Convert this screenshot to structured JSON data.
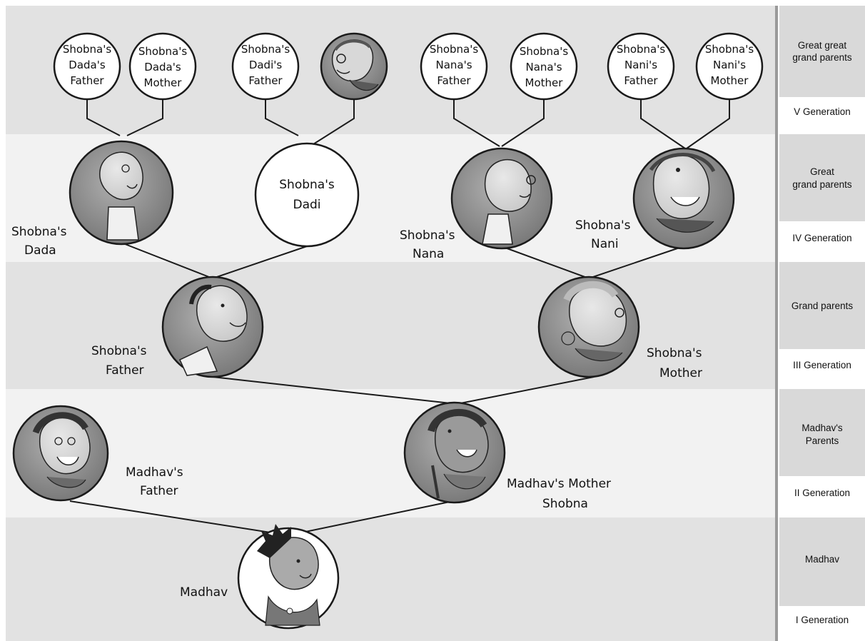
{
  "generations": [
    {
      "id": "g5",
      "title_lines": [
        "Great great",
        "grand parents"
      ],
      "generation": "V Generation",
      "bg": "#e2e2e2"
    },
    {
      "id": "g4",
      "title_lines": [
        "Great",
        "grand parents"
      ],
      "generation": "IV Generation",
      "bg": "#f2f2f2"
    },
    {
      "id": "g3",
      "title_lines": [
        "Grand parents"
      ],
      "generation": "III Generation",
      "bg": "#e2e2e2"
    },
    {
      "id": "g2",
      "title_lines": [
        "Madhav's",
        "Parents"
      ],
      "generation": "II Generation",
      "bg": "#f2f2f2"
    },
    {
      "id": "g1",
      "title_lines": [
        "Madhav"
      ],
      "generation": "I Generation",
      "bg": "#e2e2e2"
    }
  ],
  "people": {
    "dada_father": {
      "text_lines": [
        "Shobna's",
        "Dada's",
        "Father"
      ]
    },
    "dada_mother": {
      "text_lines": [
        "Shobna's",
        "Dada's",
        "Mother"
      ]
    },
    "dadi_father": {
      "text_lines": [
        "Shobna's",
        "Dadi's",
        "Father"
      ]
    },
    "dadi_mother": {
      "text_lines": [],
      "icon": "elderly-woman-portrait-icon"
    },
    "nana_father": {
      "text_lines": [
        "Shobna's",
        "Nana's",
        "Father"
      ]
    },
    "nana_mother": {
      "text_lines": [
        "Shobna's",
        "Nana's",
        "Mother"
      ]
    },
    "nani_father": {
      "text_lines": [
        "Shobna's",
        "Nani's",
        "Father"
      ]
    },
    "nani_mother": {
      "text_lines": [
        "Shobna's",
        "Nani's",
        "Mother"
      ]
    },
    "dada": {
      "label_lines": [
        "Shobna's",
        "Dada"
      ],
      "icon": "elderly-man-portrait-icon"
    },
    "dadi": {
      "text_lines": [
        "Shobna's",
        "Dadi"
      ]
    },
    "nana": {
      "label_lines": [
        "Shobna's",
        "Nana"
      ],
      "icon": "bald-man-portrait-icon"
    },
    "nani": {
      "label_lines": [
        "Shobna's",
        "Nani"
      ],
      "icon": "smiling-grandmother-portrait-icon"
    },
    "father": {
      "label_lines": [
        "Shobna's",
        "Father"
      ],
      "icon": "man-portrait-icon"
    },
    "mother": {
      "label_lines": [
        "Shobna's",
        "Mother"
      ],
      "icon": "woman-portrait-icon"
    },
    "madhav_father": {
      "label_lines": [
        "Madhav's",
        "Father"
      ],
      "icon": "smiling-man-portrait-icon"
    },
    "madhav_mother": {
      "label_lines": [
        "Madhav's Mother",
        "Shobna"
      ],
      "icon": "young-woman-portrait-icon"
    },
    "madhav": {
      "label_lines": [
        "Madhav"
      ],
      "icon": "boy-portrait-icon"
    }
  }
}
